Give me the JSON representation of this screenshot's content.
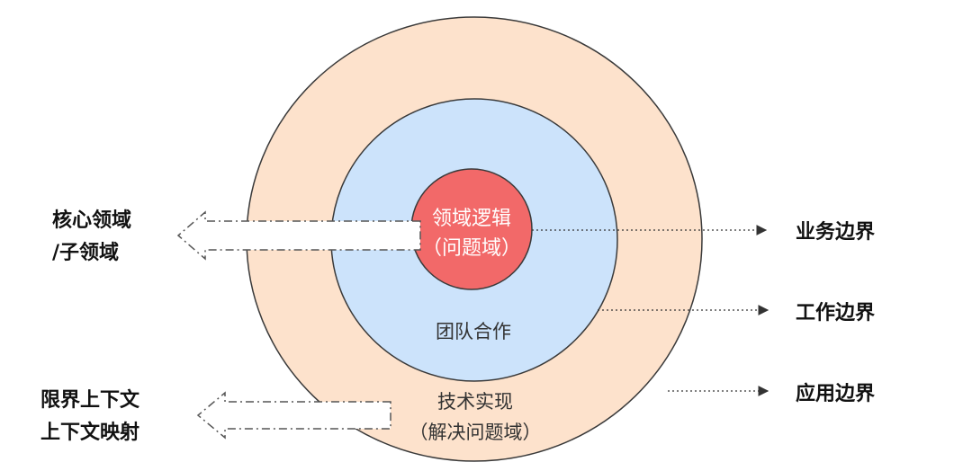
{
  "diagram": {
    "core": {
      "line1": "领域逻辑",
      "line2": "（问题域）",
      "color": "#f26969"
    },
    "middle": {
      "label": "团队合作",
      "color": "#cce3fb"
    },
    "outer": {
      "line1": "技术实现",
      "line2": "（解决问题域）",
      "color": "#fde2cc"
    },
    "left_labels": {
      "top": {
        "line1": "核心领域",
        "line2": "/子领域"
      },
      "bottom": {
        "line1": "限界上下文",
        "line2": "上下文映射"
      }
    },
    "right_labels": {
      "business": "业务边界",
      "work": "工作边界",
      "application": "应用边界"
    }
  }
}
